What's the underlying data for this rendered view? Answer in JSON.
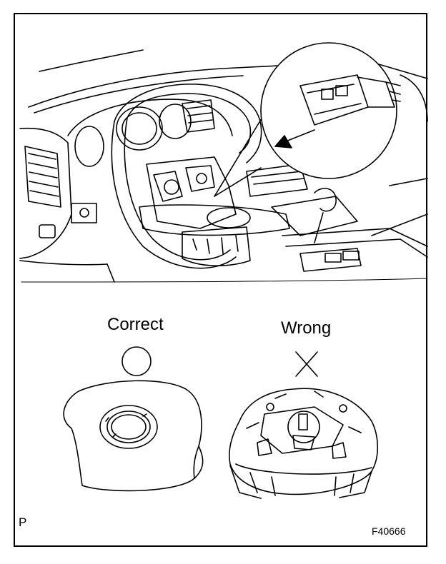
{
  "labels": {
    "correct": "Correct",
    "wrong": "Wrong",
    "page_marker": "P",
    "figure_code": "F40666"
  },
  "symbols": {
    "correct_symbol": "circle",
    "wrong_symbol": "cross"
  },
  "colors": {
    "line": "#000000",
    "background": "#ffffff"
  }
}
